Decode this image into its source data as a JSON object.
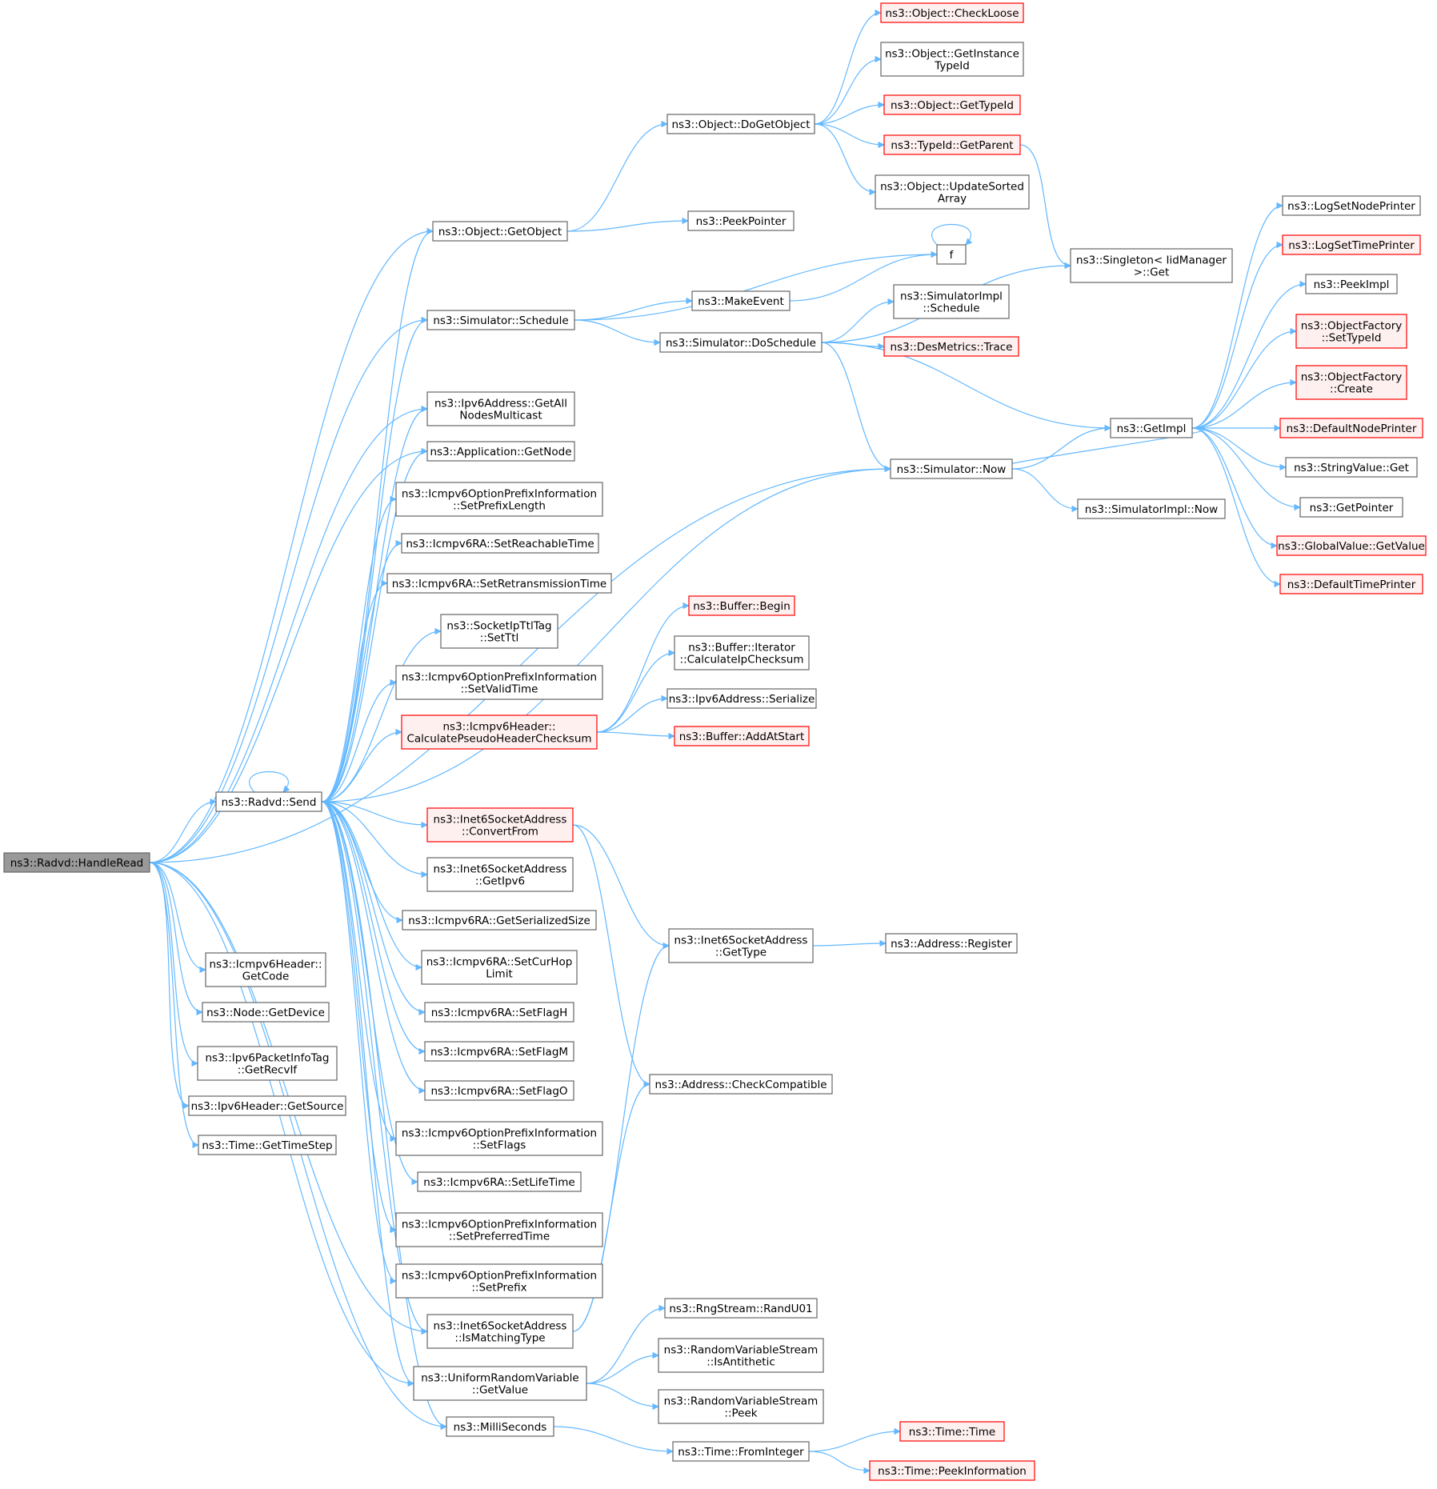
{
  "colors": {
    "edge": "#63b8ff",
    "border": "#666666",
    "fill": "#ffffff",
    "border_ref": "#ff0000",
    "fill_ref": "#fff0f0",
    "border_root": "#666666",
    "fill_root": "#999999"
  },
  "nodes": [
    {
      "id": "handleread",
      "lines": [
        "ns3::Radvd::HandleRead"
      ],
      "kind": "root"
    },
    {
      "id": "getobject",
      "lines": [
        "ns3::Object::GetObject"
      ],
      "kind": "normal"
    },
    {
      "id": "schedule",
      "lines": [
        "ns3::Simulator::Schedule"
      ],
      "kind": "normal"
    },
    {
      "id": "getallnodes",
      "lines": [
        "ns3::Ipv6Address::GetAll",
        "NodesMulticast"
      ],
      "kind": "normal"
    },
    {
      "id": "getnode",
      "lines": [
        "ns3::Application::GetNode"
      ],
      "kind": "normal"
    },
    {
      "id": "setprefixlength",
      "lines": [
        "ns3::Icmpv6OptionPrefixInformation",
        "::SetPrefixLength"
      ],
      "kind": "normal"
    },
    {
      "id": "setreachable",
      "lines": [
        "ns3::Icmpv6RA::SetReachableTime"
      ],
      "kind": "normal"
    },
    {
      "id": "setretrans",
      "lines": [
        "ns3::Icmpv6RA::SetRetransmissionTime"
      ],
      "kind": "normal"
    },
    {
      "id": "setttl",
      "lines": [
        "ns3::SocketIpTtlTag",
        "::SetTtl"
      ],
      "kind": "normal"
    },
    {
      "id": "setvalidtime",
      "lines": [
        "ns3::Icmpv6OptionPrefixInformation",
        "::SetValidTime"
      ],
      "kind": "normal"
    },
    {
      "id": "calcpseudo",
      "lines": [
        "ns3::Icmpv6Header::",
        "CalculatePseudoHeaderChecksum"
      ],
      "kind": "ref"
    },
    {
      "id": "send",
      "lines": [
        "ns3::Radvd::Send"
      ],
      "kind": "normal"
    },
    {
      "id": "convertfrom",
      "lines": [
        "ns3::Inet6SocketAddress",
        "::ConvertFrom"
      ],
      "kind": "ref"
    },
    {
      "id": "getipv6",
      "lines": [
        "ns3::Inet6SocketAddress",
        "::GetIpv6"
      ],
      "kind": "normal"
    },
    {
      "id": "getserialized",
      "lines": [
        "ns3::Icmpv6RA::GetSerializedSize"
      ],
      "kind": "normal"
    },
    {
      "id": "setcurhop",
      "lines": [
        "ns3::Icmpv6RA::SetCurHop",
        "Limit"
      ],
      "kind": "normal"
    },
    {
      "id": "setflagh",
      "lines": [
        "ns3::Icmpv6RA::SetFlagH"
      ],
      "kind": "normal"
    },
    {
      "id": "setflagm",
      "lines": [
        "ns3::Icmpv6RA::SetFlagM"
      ],
      "kind": "normal"
    },
    {
      "id": "setflago",
      "lines": [
        "ns3::Icmpv6RA::SetFlagO"
      ],
      "kind": "normal"
    },
    {
      "id": "setflags",
      "lines": [
        "ns3::Icmpv6OptionPrefixInformation",
        "::SetFlags"
      ],
      "kind": "normal"
    },
    {
      "id": "setlifetime",
      "lines": [
        "ns3::Icmpv6RA::SetLifeTime"
      ],
      "kind": "normal"
    },
    {
      "id": "setpreferred",
      "lines": [
        "ns3::Icmpv6OptionPrefixInformation",
        "::SetPreferredTime"
      ],
      "kind": "normal"
    },
    {
      "id": "setprefix",
      "lines": [
        "ns3::Icmpv6OptionPrefixInformation",
        "::SetPrefix"
      ],
      "kind": "normal"
    },
    {
      "id": "ismatching",
      "lines": [
        "ns3::Inet6SocketAddress",
        "::IsMatchingType"
      ],
      "kind": "normal"
    },
    {
      "id": "uniformget",
      "lines": [
        "ns3::UniformRandomVariable",
        "::GetValue"
      ],
      "kind": "normal"
    },
    {
      "id": "milliseconds",
      "lines": [
        "ns3::MilliSeconds"
      ],
      "kind": "normal"
    },
    {
      "id": "getcode",
      "lines": [
        "ns3::Icmpv6Header::",
        "GetCode"
      ],
      "kind": "normal"
    },
    {
      "id": "getdevice",
      "lines": [
        "ns3::Node::GetDevice"
      ],
      "kind": "normal"
    },
    {
      "id": "getrecvif",
      "lines": [
        "ns3::Ipv6PacketInfoTag",
        "::GetRecvIf"
      ],
      "kind": "normal"
    },
    {
      "id": "getsource",
      "lines": [
        "ns3::Ipv6Header::GetSource"
      ],
      "kind": "normal"
    },
    {
      "id": "gettimestep",
      "lines": [
        "ns3::Time::GetTimeStep"
      ],
      "kind": "normal"
    },
    {
      "id": "dogetobject",
      "lines": [
        "ns3::Object::DoGetObject"
      ],
      "kind": "normal"
    },
    {
      "id": "peekpointer",
      "lines": [
        "ns3::PeekPointer"
      ],
      "kind": "normal"
    },
    {
      "id": "f",
      "lines": [
        "f"
      ],
      "kind": "normal"
    },
    {
      "id": "makeevent",
      "lines": [
        "ns3::MakeEvent"
      ],
      "kind": "normal"
    },
    {
      "id": "doschedule",
      "lines": [
        "ns3::Simulator::DoSchedule"
      ],
      "kind": "normal"
    },
    {
      "id": "simnow",
      "lines": [
        "ns3::Simulator::Now"
      ],
      "kind": "normal"
    },
    {
      "id": "bufbegin",
      "lines": [
        "ns3::Buffer::Begin"
      ],
      "kind": "ref"
    },
    {
      "id": "calcipchk",
      "lines": [
        "ns3::Buffer::Iterator",
        "::CalculateIpChecksum"
      ],
      "kind": "normal"
    },
    {
      "id": "ipv6serialize",
      "lines": [
        "ns3::Ipv6Address::Serialize"
      ],
      "kind": "normal"
    },
    {
      "id": "addatstart",
      "lines": [
        "ns3::Buffer::AddAtStart"
      ],
      "kind": "ref"
    },
    {
      "id": "inet6gettype",
      "lines": [
        "ns3::Inet6SocketAddress",
        "::GetType"
      ],
      "kind": "normal"
    },
    {
      "id": "checkcompat",
      "lines": [
        "ns3::Address::CheckCompatible"
      ],
      "kind": "normal"
    },
    {
      "id": "randu01",
      "lines": [
        "ns3::RngStream::RandU01"
      ],
      "kind": "normal"
    },
    {
      "id": "isantithetic",
      "lines": [
        "ns3::RandomVariableStream",
        "::IsAntithetic"
      ],
      "kind": "normal"
    },
    {
      "id": "rvspeek",
      "lines": [
        "ns3::RandomVariableStream",
        "::Peek"
      ],
      "kind": "normal"
    },
    {
      "id": "fromint",
      "lines": [
        "ns3::Time::FromInteger"
      ],
      "kind": "normal"
    },
    {
      "id": "checkloose",
      "lines": [
        "ns3::Object::CheckLoose"
      ],
      "kind": "ref"
    },
    {
      "id": "getinstancetype",
      "lines": [
        "ns3::Object::GetInstance",
        "TypeId"
      ],
      "kind": "normal"
    },
    {
      "id": "gettypeid",
      "lines": [
        "ns3::Object::GetTypeId"
      ],
      "kind": "ref"
    },
    {
      "id": "getparent",
      "lines": [
        "ns3::TypeId::GetParent"
      ],
      "kind": "ref"
    },
    {
      "id": "updatesorted",
      "lines": [
        "ns3::Object::UpdateSorted",
        "Array"
      ],
      "kind": "normal"
    },
    {
      "id": "simimplschedule",
      "lines": [
        "ns3::SimulatorImpl",
        "::Schedule"
      ],
      "kind": "normal"
    },
    {
      "id": "desmetrics",
      "lines": [
        "ns3::DesMetrics::Trace"
      ],
      "kind": "ref"
    },
    {
      "id": "singleton",
      "lines": [
        "ns3::Singleton< IidManager",
        ">::Get"
      ],
      "kind": "normal"
    },
    {
      "id": "getimpl",
      "lines": [
        "ns3::GetImpl"
      ],
      "kind": "normal"
    },
    {
      "id": "simimplnow",
      "lines": [
        "ns3::SimulatorImpl::Now"
      ],
      "kind": "normal"
    },
    {
      "id": "addrregister",
      "lines": [
        "ns3::Address::Register"
      ],
      "kind": "normal"
    },
    {
      "id": "timetime",
      "lines": [
        "ns3::Time::Time"
      ],
      "kind": "ref"
    },
    {
      "id": "peekinfo",
      "lines": [
        "ns3::Time::PeekInformation"
      ],
      "kind": "ref"
    },
    {
      "id": "logsetnode",
      "lines": [
        "ns3::LogSetNodePrinter"
      ],
      "kind": "normal"
    },
    {
      "id": "logsettime",
      "lines": [
        "ns3::LogSetTimePrinter"
      ],
      "kind": "ref"
    },
    {
      "id": "peekimpl",
      "lines": [
        "ns3::PeekImpl"
      ],
      "kind": "normal"
    },
    {
      "id": "ofsettypeid",
      "lines": [
        "ns3::ObjectFactory",
        "::SetTypeId"
      ],
      "kind": "ref"
    },
    {
      "id": "ofcreate",
      "lines": [
        "ns3::ObjectFactory",
        "::Create"
      ],
      "kind": "ref"
    },
    {
      "id": "defnodeprinter",
      "lines": [
        "ns3::DefaultNodePrinter"
      ],
      "kind": "ref"
    },
    {
      "id": "stringget",
      "lines": [
        "ns3::StringValue::Get"
      ],
      "kind": "normal"
    },
    {
      "id": "getpointer",
      "lines": [
        "ns3::GetPointer"
      ],
      "kind": "normal"
    },
    {
      "id": "globalget",
      "lines": [
        "ns3::GlobalValue::GetValue"
      ],
      "kind": "ref"
    },
    {
      "id": "deftimeprinter",
      "lines": [
        "ns3::DefaultTimePrinter"
      ],
      "kind": "ref"
    }
  ],
  "edges": [
    [
      "handleread",
      "getobject"
    ],
    [
      "handleread",
      "schedule"
    ],
    [
      "handleread",
      "getallnodes"
    ],
    [
      "handleread",
      "getnode"
    ],
    [
      "handleread",
      "send"
    ],
    [
      "handleread",
      "simnow"
    ],
    [
      "handleread",
      "getcode"
    ],
    [
      "handleread",
      "getdevice"
    ],
    [
      "handleread",
      "getrecvif"
    ],
    [
      "handleread",
      "getsource"
    ],
    [
      "handleread",
      "gettimestep"
    ],
    [
      "handleread",
      "ismatching"
    ],
    [
      "handleread",
      "uniformget"
    ],
    [
      "handleread",
      "milliseconds"
    ],
    [
      "send",
      "getobject"
    ],
    [
      "send",
      "schedule"
    ],
    [
      "send",
      "getallnodes"
    ],
    [
      "send",
      "getnode"
    ],
    [
      "send",
      "setprefixlength"
    ],
    [
      "send",
      "setreachable"
    ],
    [
      "send",
      "setretrans"
    ],
    [
      "send",
      "setttl"
    ],
    [
      "send",
      "setvalidtime"
    ],
    [
      "send",
      "calcpseudo"
    ],
    [
      "send",
      "send"
    ],
    [
      "send",
      "simnow"
    ],
    [
      "send",
      "convertfrom"
    ],
    [
      "send",
      "getipv6"
    ],
    [
      "send",
      "getserialized"
    ],
    [
      "send",
      "setcurhop"
    ],
    [
      "send",
      "setflagh"
    ],
    [
      "send",
      "setflagm"
    ],
    [
      "send",
      "setflago"
    ],
    [
      "send",
      "setflags"
    ],
    [
      "send",
      "setlifetime"
    ],
    [
      "send",
      "setpreferred"
    ],
    [
      "send",
      "setprefix"
    ],
    [
      "send",
      "ismatching"
    ],
    [
      "send",
      "uniformget"
    ],
    [
      "send",
      "milliseconds"
    ],
    [
      "getobject",
      "dogetobject"
    ],
    [
      "getobject",
      "peekpointer"
    ],
    [
      "schedule",
      "f"
    ],
    [
      "schedule",
      "makeevent"
    ],
    [
      "schedule",
      "doschedule"
    ],
    [
      "makeevent",
      "f"
    ],
    [
      "f",
      "f"
    ],
    [
      "dogetobject",
      "checkloose"
    ],
    [
      "dogetobject",
      "getinstancetype"
    ],
    [
      "dogetobject",
      "gettypeid"
    ],
    [
      "dogetobject",
      "getparent"
    ],
    [
      "dogetobject",
      "updatesorted"
    ],
    [
      "getparent",
      "singleton"
    ],
    [
      "doschedule",
      "simimplschedule"
    ],
    [
      "doschedule",
      "desmetrics"
    ],
    [
      "doschedule",
      "singleton"
    ],
    [
      "doschedule",
      "getimpl"
    ],
    [
      "doschedule",
      "simnow"
    ],
    [
      "simnow",
      "getimpl"
    ],
    [
      "simnow",
      "simimplnow"
    ],
    [
      "getimpl",
      "logsetnode"
    ],
    [
      "getimpl",
      "logsettime"
    ],
    [
      "getimpl",
      "peekimpl"
    ],
    [
      "getimpl",
      "ofsettypeid"
    ],
    [
      "getimpl",
      "ofcreate"
    ],
    [
      "getimpl",
      "defnodeprinter"
    ],
    [
      "getimpl",
      "stringget"
    ],
    [
      "getimpl",
      "getpointer"
    ],
    [
      "getimpl",
      "globalget"
    ],
    [
      "getimpl",
      "deftimeprinter"
    ],
    [
      "getimpl",
      "simnow"
    ],
    [
      "calcpseudo",
      "bufbegin"
    ],
    [
      "calcpseudo",
      "calcipchk"
    ],
    [
      "calcpseudo",
      "ipv6serialize"
    ],
    [
      "calcpseudo",
      "addatstart"
    ],
    [
      "convertfrom",
      "inet6gettype"
    ],
    [
      "convertfrom",
      "checkcompat"
    ],
    [
      "ismatching",
      "inet6gettype"
    ],
    [
      "ismatching",
      "checkcompat"
    ],
    [
      "inet6gettype",
      "addrregister"
    ],
    [
      "uniformget",
      "randu01"
    ],
    [
      "uniformget",
      "isantithetic"
    ],
    [
      "uniformget",
      "rvspeek"
    ],
    [
      "milliseconds",
      "fromint"
    ],
    [
      "fromint",
      "timetime"
    ],
    [
      "fromint",
      "peekinfo"
    ]
  ]
}
